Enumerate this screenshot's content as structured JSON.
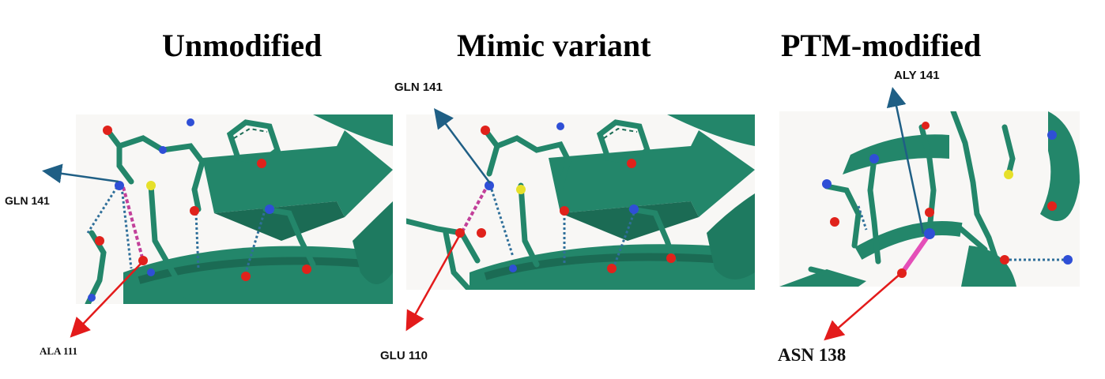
{
  "panels": [
    {
      "title": "Unmodified",
      "labels": {
        "blue": "GLN 141",
        "red": "ALA 111"
      }
    },
    {
      "title": "Mimic  variant",
      "labels": {
        "blue": "GLN 141",
        "red": "GLU 110"
      }
    },
    {
      "title": "PTM-modified",
      "labels": {
        "blue": "ALY 141",
        "red": "ASN 138"
      }
    }
  ],
  "colors": {
    "protein": "#23866a",
    "nitrogen": "#2f4fd6",
    "oxygen": "#e0221b",
    "sulfur": "#e6e02a",
    "hbond": "#2f6f9a",
    "interaction": "#c2409a",
    "arrow_blue": "#1f5f85",
    "arrow_red": "#e31b1b"
  }
}
